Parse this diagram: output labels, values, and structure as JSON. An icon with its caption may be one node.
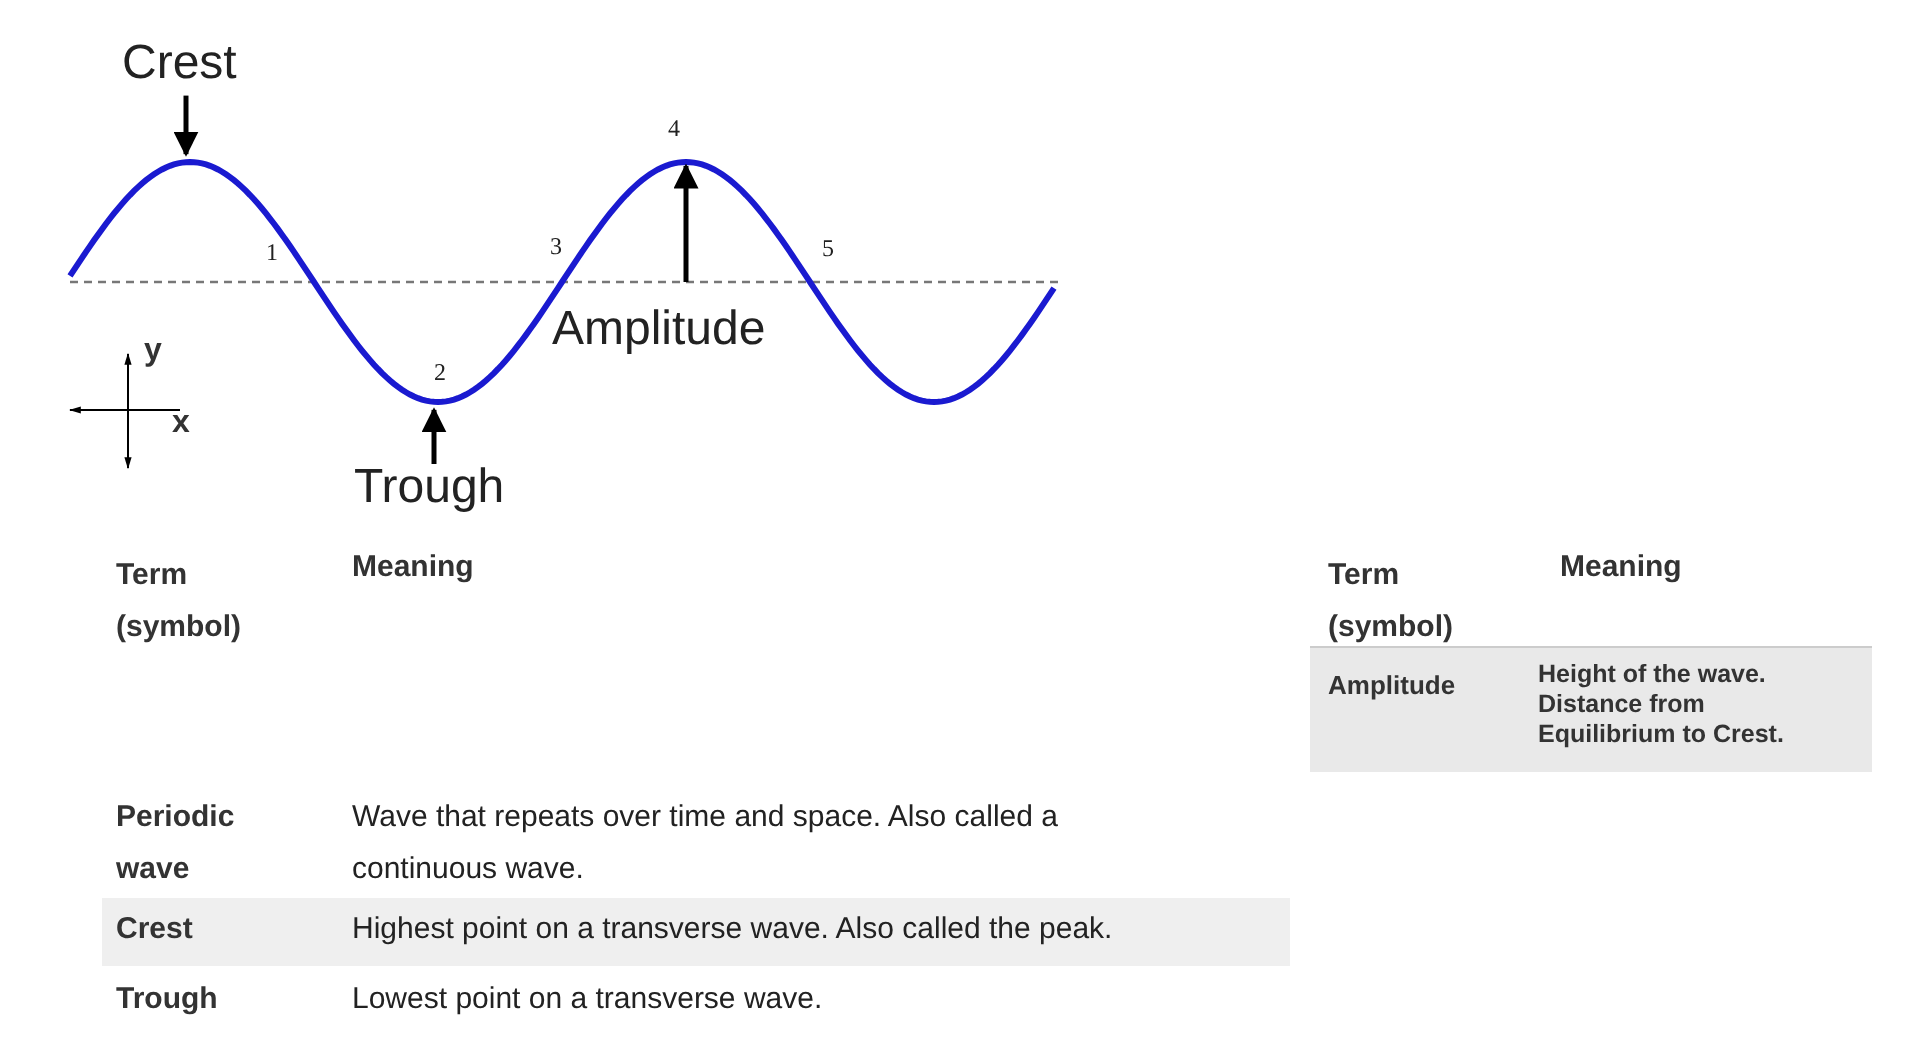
{
  "diagram": {
    "nodes": [
      {
        "text": [
          "Crest"
        ]
      },
      {
        "text": [
          "Trough"
        ]
      },
      {
        "text": [],
        "shape": "wave"
      }
    ],
    "edges": [
      {
        "from": 0,
        "to": 2,
        "arrow": "to"
      },
      {
        "from": 1,
        "to": 2,
        "arrow": "to"
      }
    ],
    "labels": [
      "1",
      "2",
      "3",
      "4",
      "5",
      "Amplitude",
      "y",
      "x",
      "Term (symbol)",
      "Meaning",
      "Periodic wave",
      "Wave that repeats over time and space. Also called a continuous wave.",
      "Crest",
      "Highest point on a transverse wave. Also called the peak.",
      "Trough",
      "Lowest point on a transverse wave.",
      "Term (symbol)",
      "Meaning",
      "Amplitude",
      "Height of the wave. Distance from Equilibrium to Crest."
    ]
  }
}
